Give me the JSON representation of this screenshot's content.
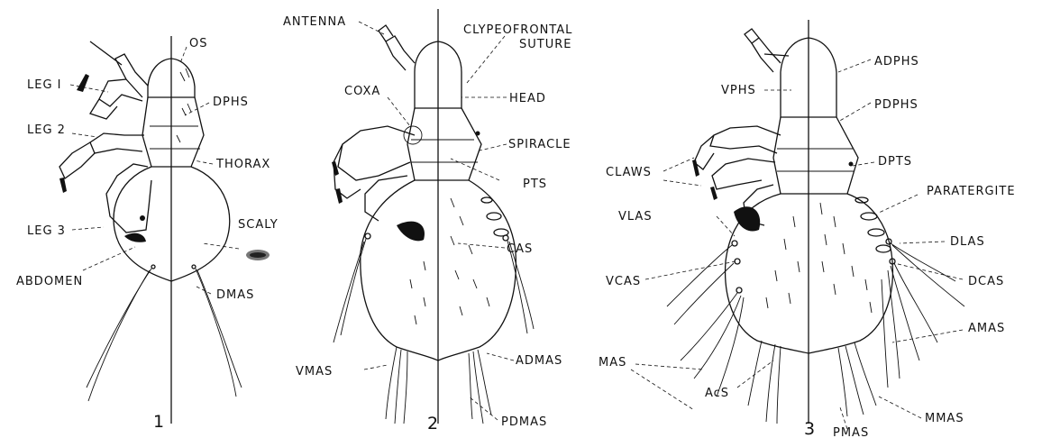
{
  "figure1": {
    "number": "1",
    "labels": {
      "os": "OS",
      "leg1": "LEG I",
      "leg2": "LEG 2",
      "dphs": "DPHS",
      "thorax": "THORAX",
      "leg3": "LEG 3",
      "scaly": "SCALY",
      "abdomen": "ABDOMEN",
      "dmas": "DMAS"
    }
  },
  "figure2": {
    "number": "2",
    "labels": {
      "antenna": "ANTENNA",
      "clypeofrontal_1": "CLYPEOFRONTAL",
      "clypeofrontal_2": "SUTURE",
      "coxa": "COXA",
      "head": "HEAD",
      "spiracle": "SPIRACLE",
      "pts": "PTS",
      "cas": "CAS",
      "vmas": "VMAS",
      "admas": "ADMAS",
      "pdmas": "PDMAS"
    }
  },
  "figure3": {
    "number": "3",
    "labels": {
      "adphs": "ADPHS",
      "vphs": "VPHS",
      "pdphs": "PDPHS",
      "claws": "CLAWS",
      "dpts": "DPTS",
      "paratergite": "PARATERGITE",
      "vlas": "VLAS",
      "dlas": "DLAS",
      "vcas": "VCAS",
      "dcas": "DCAS",
      "amas": "AMAS",
      "mas": "MAS",
      "acs": "AcS",
      "mmas": "MMAS",
      "pmas": "PMAS"
    }
  }
}
